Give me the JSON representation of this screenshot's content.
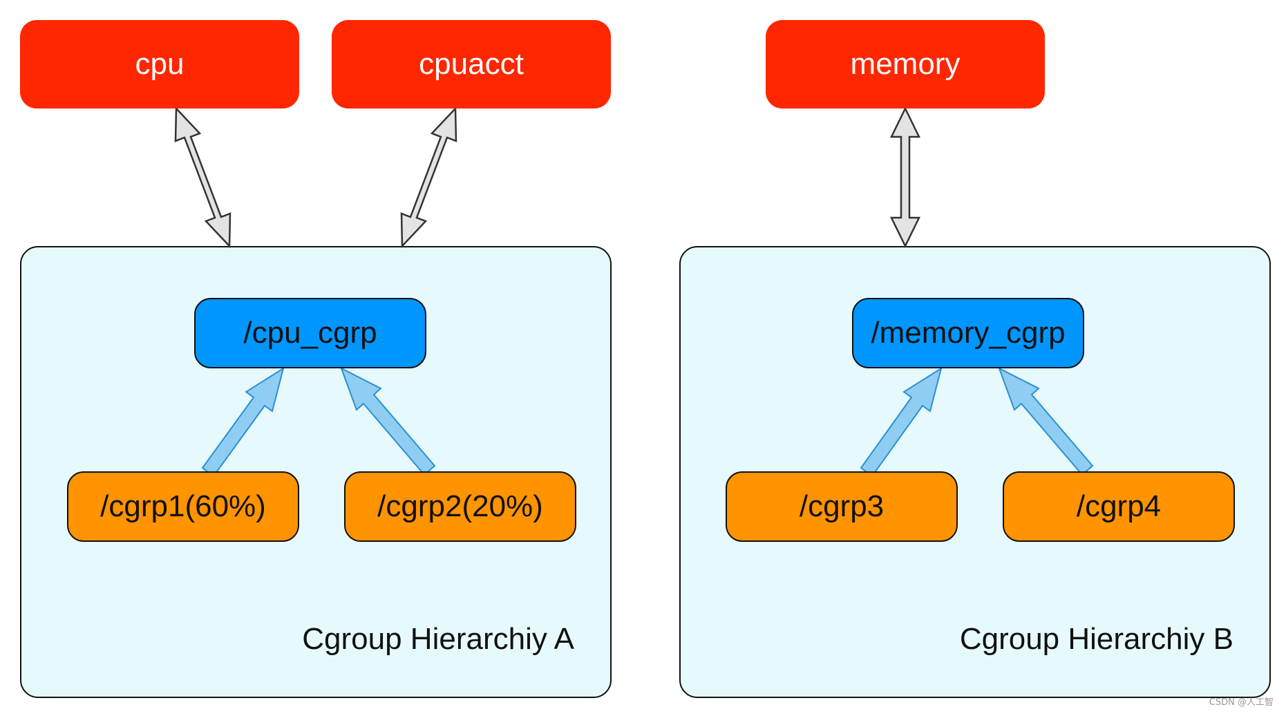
{
  "subsystems": {
    "cpu": "cpu",
    "cpuacct": "cpuacct",
    "memory": "memory"
  },
  "hierarchy_a": {
    "label": "Cgroup Hierarchiy A",
    "root": "/cpu_cgrp",
    "children": [
      "/cgrp1(60%)",
      "/cgrp2(20%)"
    ]
  },
  "hierarchy_b": {
    "label": "Cgroup Hierarchiy B",
    "root": "/memory_cgrp",
    "children": [
      "/cgrp3",
      "/cgrp4"
    ]
  },
  "watermark": "CSDN @人工智",
  "colors": {
    "subsystem": "#ff2600",
    "hierarchy_bg": "#e6fafe",
    "root": "#0096ff",
    "child": "#ff9300",
    "link_arrow": "#e3e3e3",
    "attach_arrow": "#7cc4f0"
  }
}
